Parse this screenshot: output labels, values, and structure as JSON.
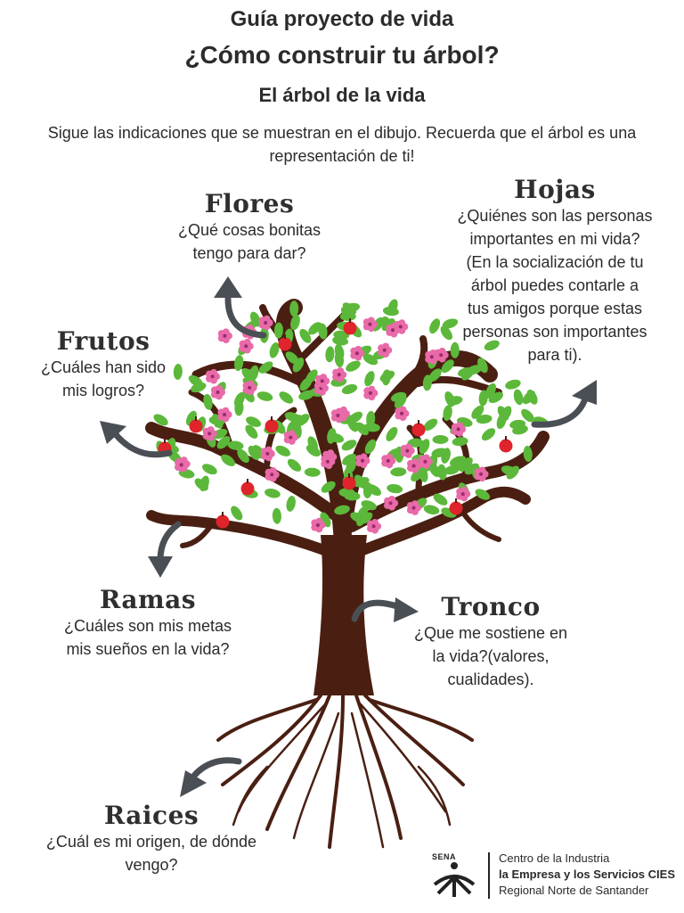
{
  "header": {
    "title": "Guía proyecto de vida",
    "subtitle": "¿Cómo construir tu árbol?",
    "section": "El árbol de la vida"
  },
  "intro": "Sigue las indicaciones que se muestran en el dibujo. Recuerda que el árbol es una representación de ti!",
  "labels": {
    "flores": {
      "title": "Flores",
      "text": [
        "¿Qué cosas bonitas",
        "tengo para dar?"
      ]
    },
    "hojas": {
      "title": "Hojas",
      "text": [
        "¿Quiénes son las personas",
        "importantes en mi vida?",
        "(En la socialización de tu",
        "árbol puedes contarle a",
        "tus amigos porque estas",
        "personas son importantes",
        "para ti)."
      ]
    },
    "frutos": {
      "title": "Frutos",
      "text": [
        "¿Cuáles han sido",
        "mis logros?"
      ]
    },
    "ramas": {
      "title": "Ramas",
      "text": [
        "¿Cuáles son mis  metas",
        "mis sueños en la vida?"
      ]
    },
    "tronco": {
      "title": "Tronco",
      "text": [
        "¿Que me sostiene en",
        "la vida?(valores,",
        "cualidades)."
      ]
    },
    "raices": {
      "title": "Raices",
      "text": [
        "¿Cuál es mi origen, de dónde",
        "vengo?"
      ]
    }
  },
  "logo": {
    "brand": "SENA",
    "line1": "Centro de la Industria",
    "line2": "la Empresa y los Servicios CIES",
    "line3": "Regional Norte de Santander"
  },
  "colors": {
    "trunk": "#4a1f12",
    "leaf": "#5cb83a",
    "flower": "#e86aa8",
    "fruit": "#e0242b",
    "arrow": "#4a4f55"
  }
}
